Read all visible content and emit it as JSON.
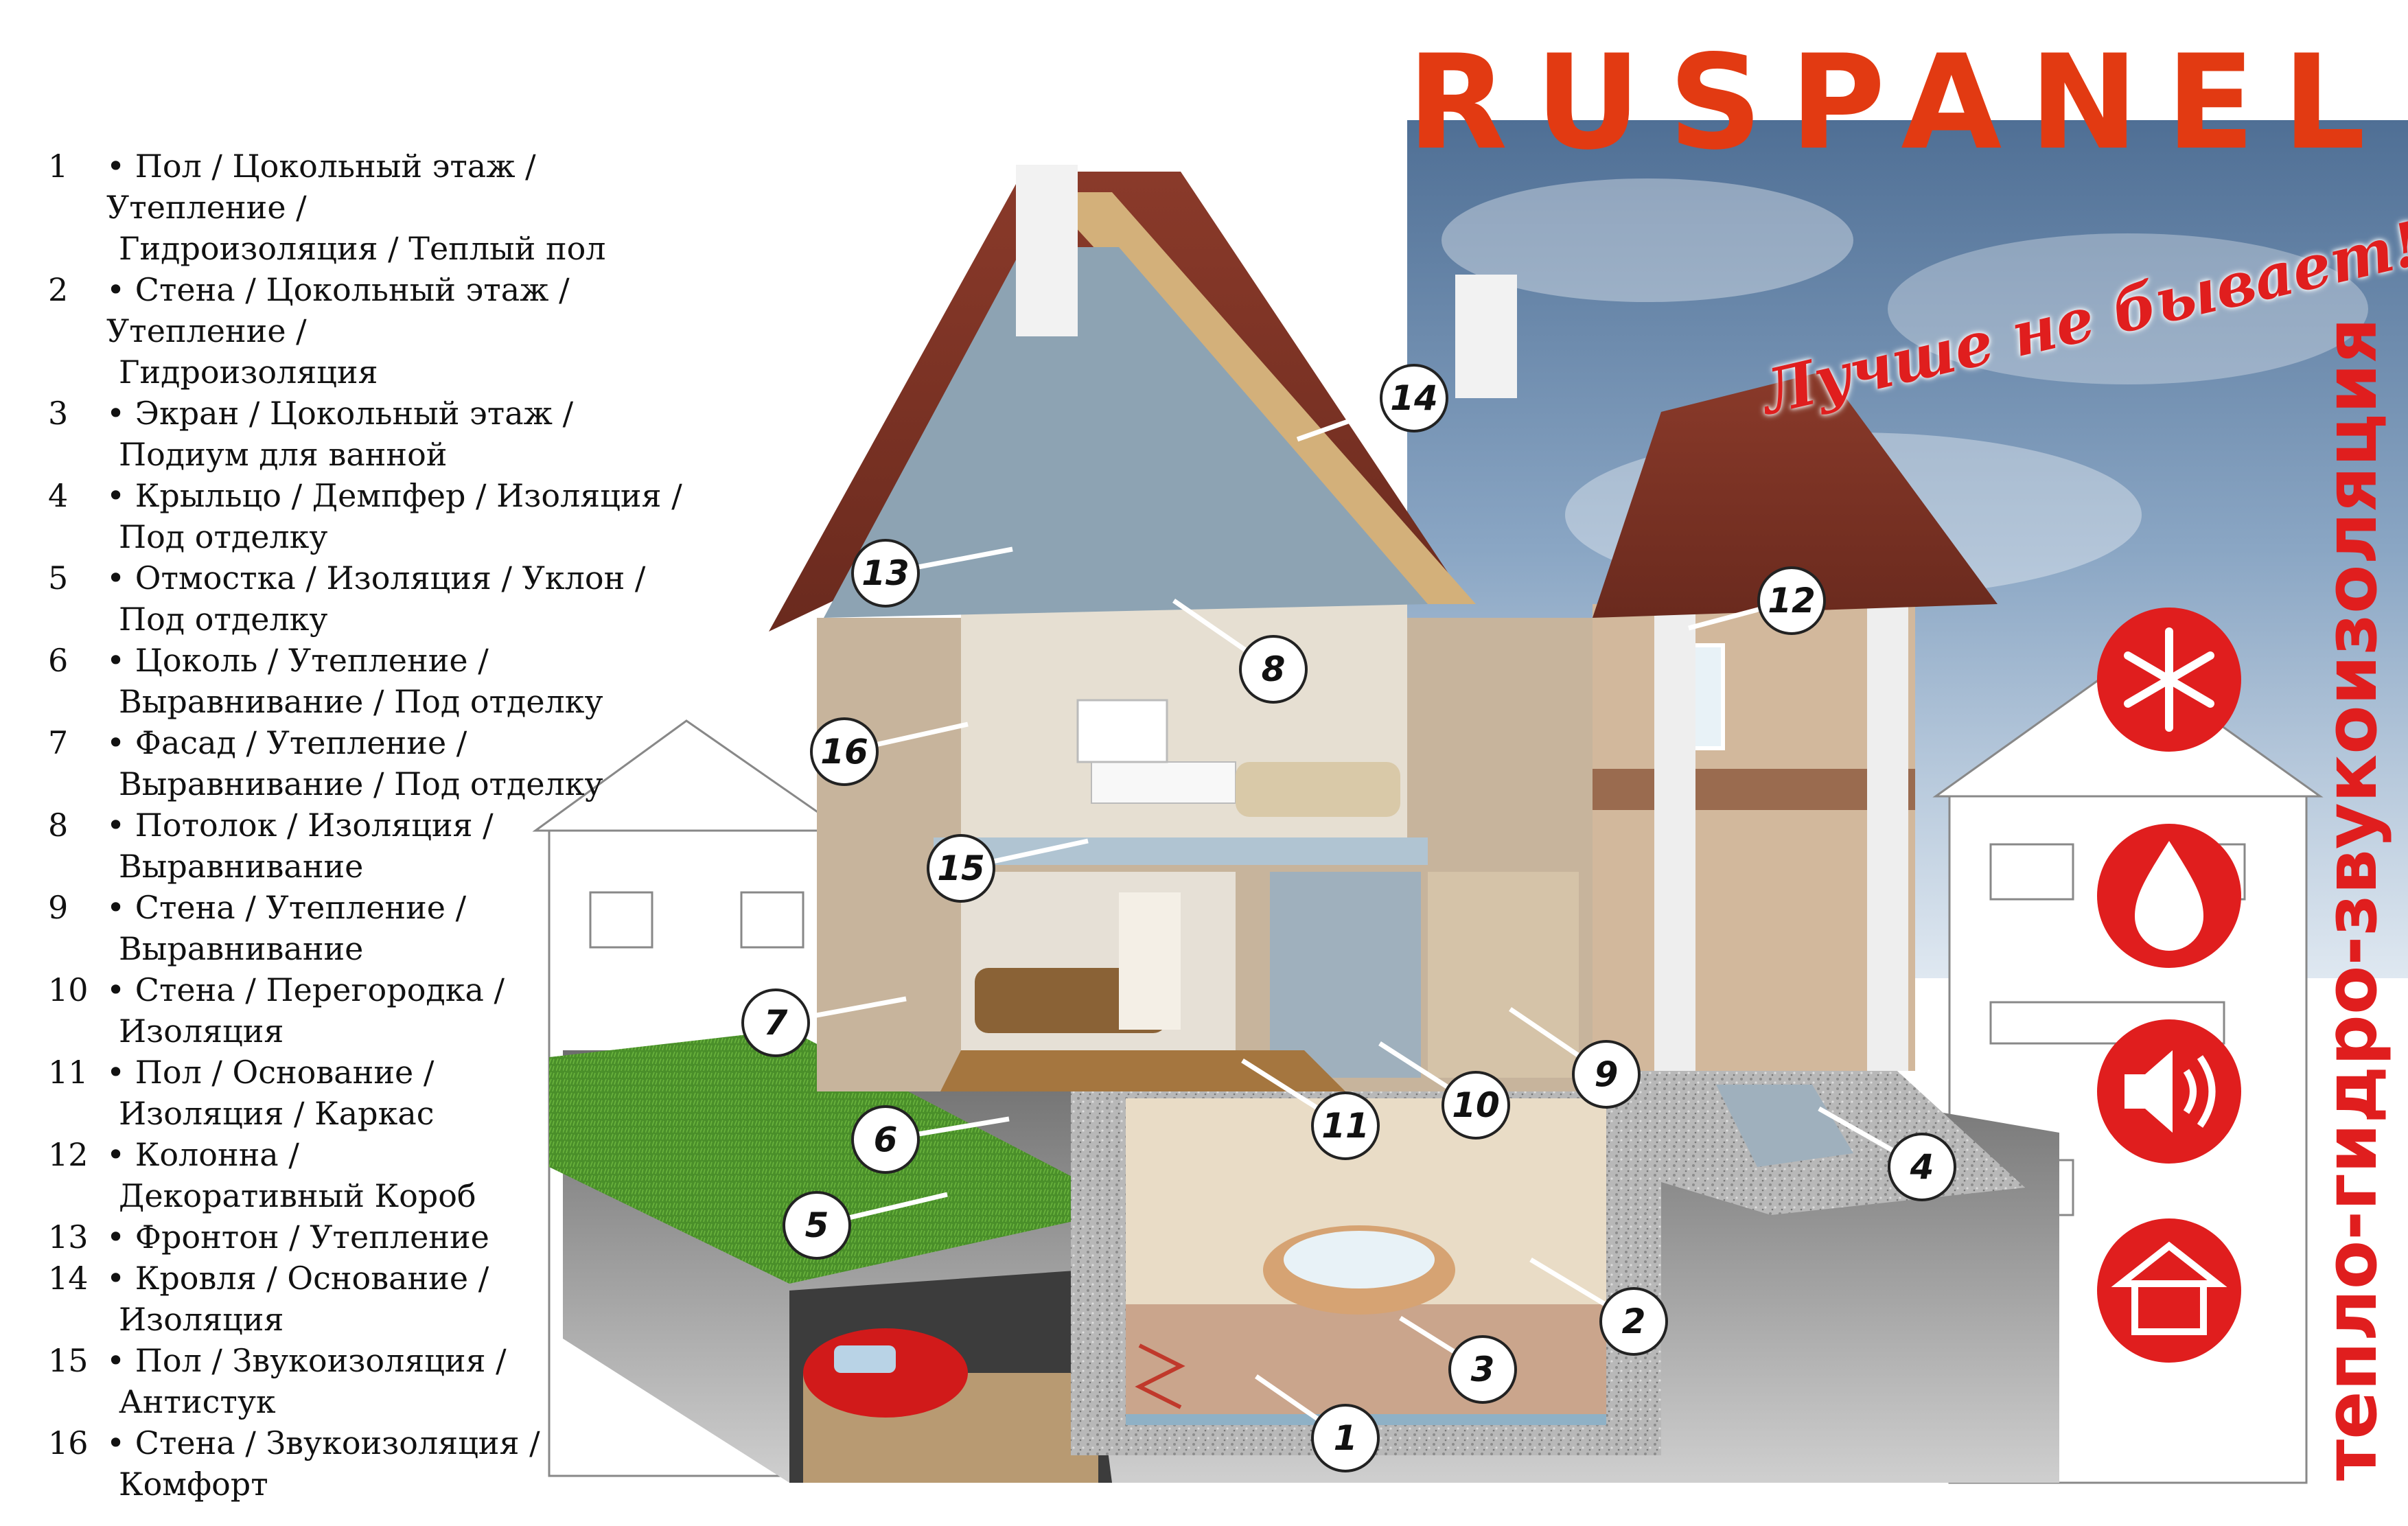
{
  "brand": {
    "logo_text": "RUSPANEL",
    "accent_color": "#e01e1e"
  },
  "slogan": "Лучше не бывает!",
  "vertical_title": "тепло-гидро-звукоизоляция",
  "feature_icons": [
    "snowflake-sun-icon",
    "water-drop-icon",
    "speaker-icon",
    "house-icon"
  ],
  "legend": [
    {
      "num": "1",
      "lines": [
        "• Пол / Цокольный этаж / Утепление /",
        "Гидроизоляция / Теплый пол"
      ]
    },
    {
      "num": "2",
      "lines": [
        "• Стена / Цокольный этаж / Утепление /",
        "Гидроизоляция"
      ]
    },
    {
      "num": "3",
      "lines": [
        "• Экран / Цокольный этаж /",
        "Подиум для ванной"
      ]
    },
    {
      "num": "4",
      "lines": [
        "• Крыльцо / Демпфер / Изоляция /",
        "Под отделку"
      ]
    },
    {
      "num": "5",
      "lines": [
        "• Отмостка / Изоляция / Уклон /",
        "Под отделку"
      ]
    },
    {
      "num": "6",
      "lines": [
        "• Цоколь / Утепление /",
        "Выравнивание / Под отделку"
      ]
    },
    {
      "num": "7",
      "lines": [
        "• Фасад / Утепление /",
        "Выравнивание / Под отделку"
      ]
    },
    {
      "num": "8",
      "lines": [
        "• Потолок / Изоляция /",
        "Выравнивание"
      ]
    },
    {
      "num": "9",
      "lines": [
        "• Стена / Утепление /",
        "Выравнивание"
      ]
    },
    {
      "num": "10",
      "lines": [
        "• Стена / Перегородка /",
        "Изоляция"
      ]
    },
    {
      "num": "11",
      "lines": [
        "• Пол / Основание /",
        "Изоляция / Каркас"
      ]
    },
    {
      "num": "12",
      "lines": [
        "• Колонна /",
        "Декоративный Короб"
      ]
    },
    {
      "num": "13",
      "lines": [
        "• Фронтон / Утепление"
      ]
    },
    {
      "num": "14",
      "lines": [
        "• Кровля / Основание /",
        "Изоляция"
      ]
    },
    {
      "num": "15",
      "lines": [
        "• Пол / Звукоизоляция /",
        "Антистук"
      ]
    },
    {
      "num": "16",
      "lines": [
        "• Стена / Звукоизоляция /",
        "Комфорт"
      ]
    }
  ],
  "callouts": [
    "1",
    "2",
    "3",
    "4",
    "5",
    "6",
    "7",
    "8",
    "9",
    "10",
    "11",
    "12",
    "13",
    "14",
    "15",
    "16"
  ]
}
